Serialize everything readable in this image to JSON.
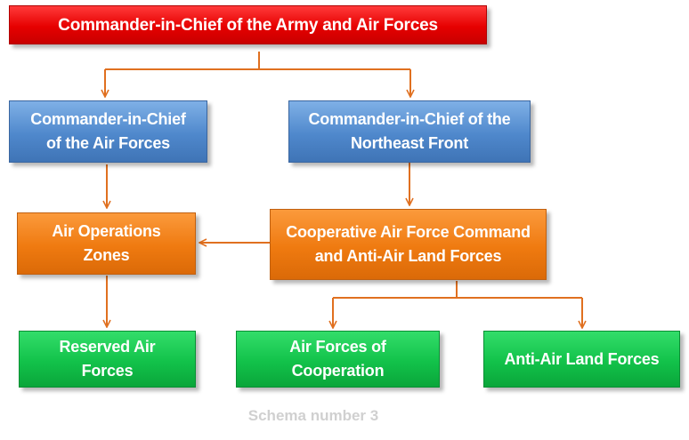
{
  "diagram": {
    "top": {
      "label": "Commander-in-Chief of the Army and Air Forces"
    },
    "air_forces_cic": {
      "label_line1": "Commander-in-Chief",
      "label_line2": "of the Air Forces"
    },
    "northeast_front_cic": {
      "label_line1": "Commander-in-Chief of the",
      "label_line2": "Northeast Front"
    },
    "air_operations_zones": {
      "label_line1": "Air Operations",
      "label_line2": "Zones"
    },
    "cooperative_command": {
      "label_line1": "Cooperative Air Force Command",
      "label_line2": "and Anti-Air Land Forces"
    },
    "reserved_air_forces": {
      "label_line1": "Reserved Air",
      "label_line2": "Forces"
    },
    "air_forces_cooperation": {
      "label_line1": "Air Forces of",
      "label_line2": "Cooperation"
    },
    "anti_air_land_forces": {
      "label": "Anti-Air Land Forces"
    },
    "caption": "Schema number 3"
  },
  "colors": {
    "red": "#e60000",
    "blue": "#4f88cc",
    "orange": "#ef7a10",
    "green": "#12c24a",
    "connector": "#e07020",
    "caption": "#d0d0d0"
  }
}
